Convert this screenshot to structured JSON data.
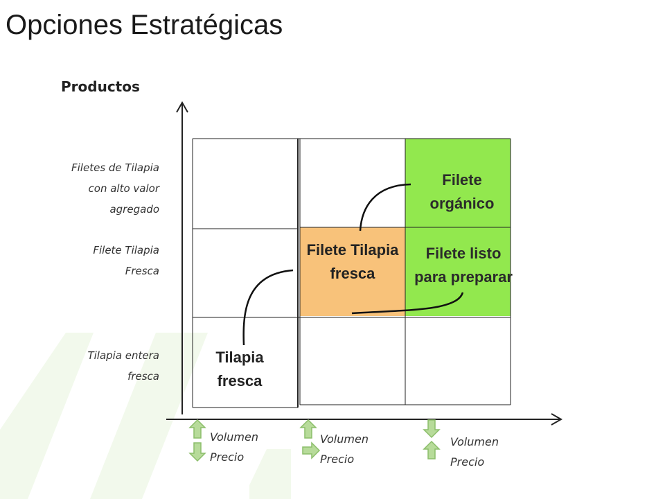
{
  "slide": {
    "title": "Opciones Estratégicas",
    "y_axis_title": "Productos"
  },
  "rows": [
    {
      "label_lines": [
        "Filetes de Tilapia",
        "con alto valor",
        "agregado"
      ]
    },
    {
      "label_lines": [
        "Filete  Tilapia",
        "Fresca"
      ]
    },
    {
      "label_lines": [
        "Tilapia entera",
        "fresca"
      ]
    }
  ],
  "cells": {
    "tilapia_fresca": {
      "lines": [
        "Tilapia",
        "fresca"
      ]
    },
    "filete_tilapia_fresca": {
      "lines": [
        "Filete Tilapia",
        "fresca"
      ]
    },
    "filete_listo": {
      "lines": [
        "Filete  listo",
        "para preparar"
      ]
    },
    "filete_organico": {
      "lines": [
        "Filete",
        "orgánico"
      ]
    }
  },
  "legends": [
    {
      "volumen": "Volumen",
      "precio": "Precio",
      "volumen_arrow": "up-arrow-icon",
      "precio_arrow": "down-arrow-icon"
    },
    {
      "volumen": "Volumen",
      "precio": "Precio",
      "volumen_arrow": "up-arrow-icon",
      "precio_arrow": "right-arrow-icon"
    },
    {
      "volumen": "Volumen",
      "precio": "Precio",
      "volumen_arrow": "down-arrow-icon",
      "precio_arrow": "up-arrow-icon"
    }
  ],
  "colors": {
    "orange_fill": "#F8C27A",
    "green_fill": "#92E84E",
    "arrow_fill": "#B7DB9A",
    "arrow_stroke": "#8BBE6A",
    "watermark": "#7DC242"
  }
}
